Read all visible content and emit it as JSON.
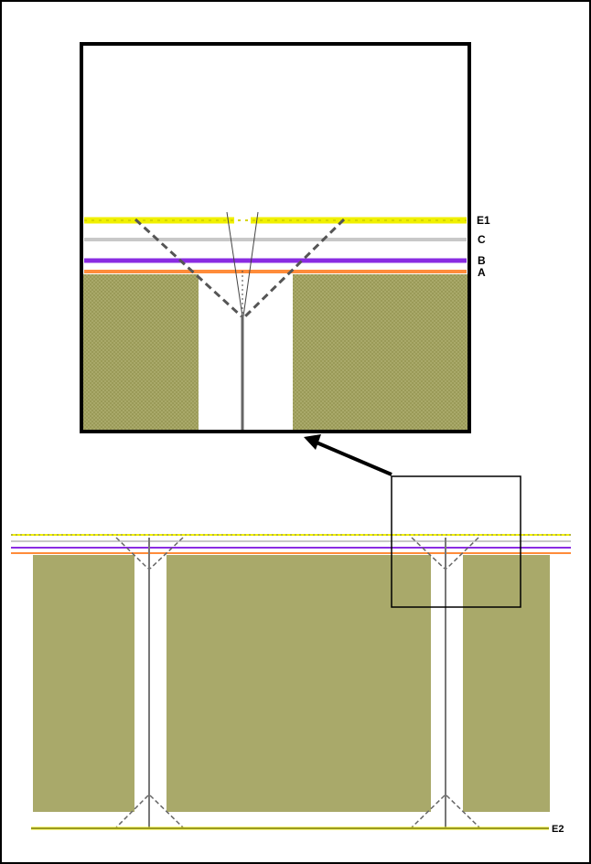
{
  "inset": {
    "labels": {
      "e1": "E1",
      "c": "C",
      "b": "B",
      "a": "A"
    }
  },
  "overview": {
    "labels": {
      "e2": "E2"
    }
  },
  "colors": {
    "fill": "#a9a96a",
    "line_e": "#f0f000",
    "line_c": "#c8c8c8",
    "line_b": "#8a2be2",
    "line_a": "#ff8c3a",
    "structure": "#7a7a7a",
    "frame": "#000000"
  }
}
